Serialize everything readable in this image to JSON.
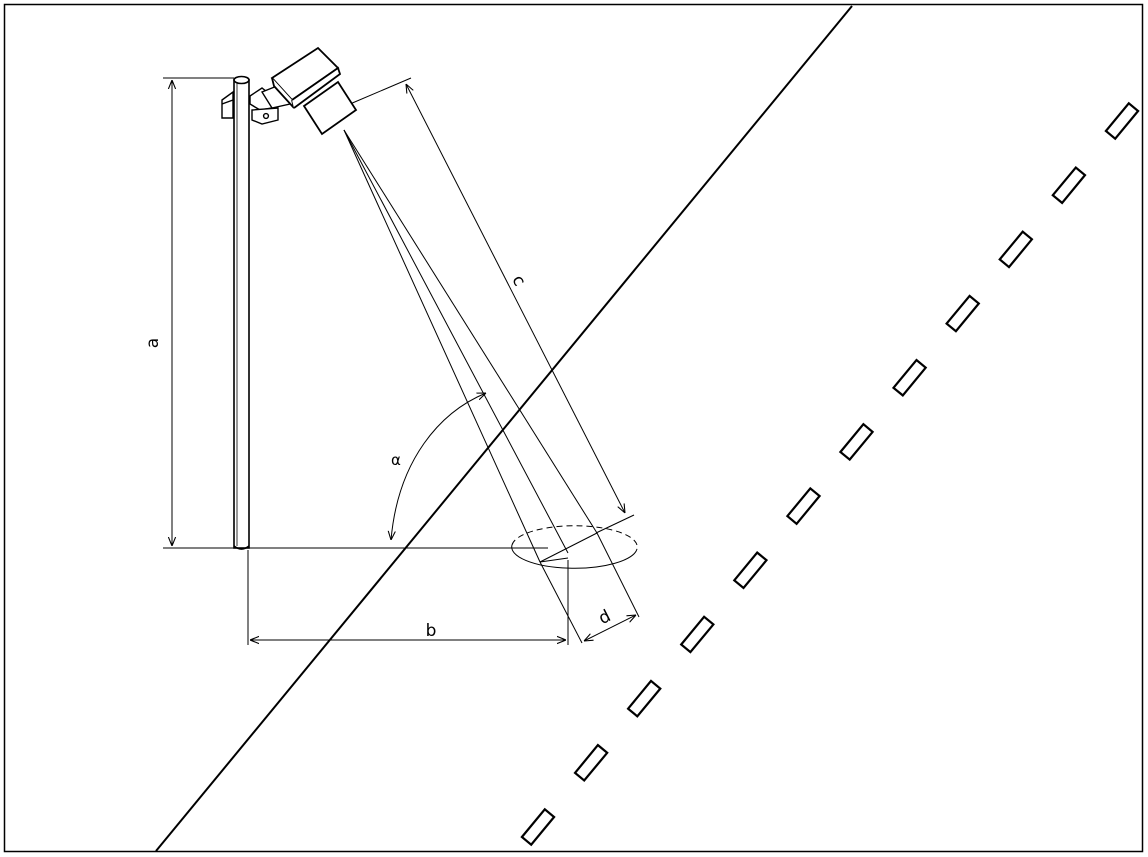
{
  "diagram": {
    "labels": {
      "height": "a",
      "distance": "b",
      "beam_length": "c",
      "spot_width": "d",
      "angle": "α"
    },
    "road": {
      "center_dash_count": 12
    },
    "colors": {
      "ink": "#000000",
      "background": "#ffffff"
    }
  }
}
